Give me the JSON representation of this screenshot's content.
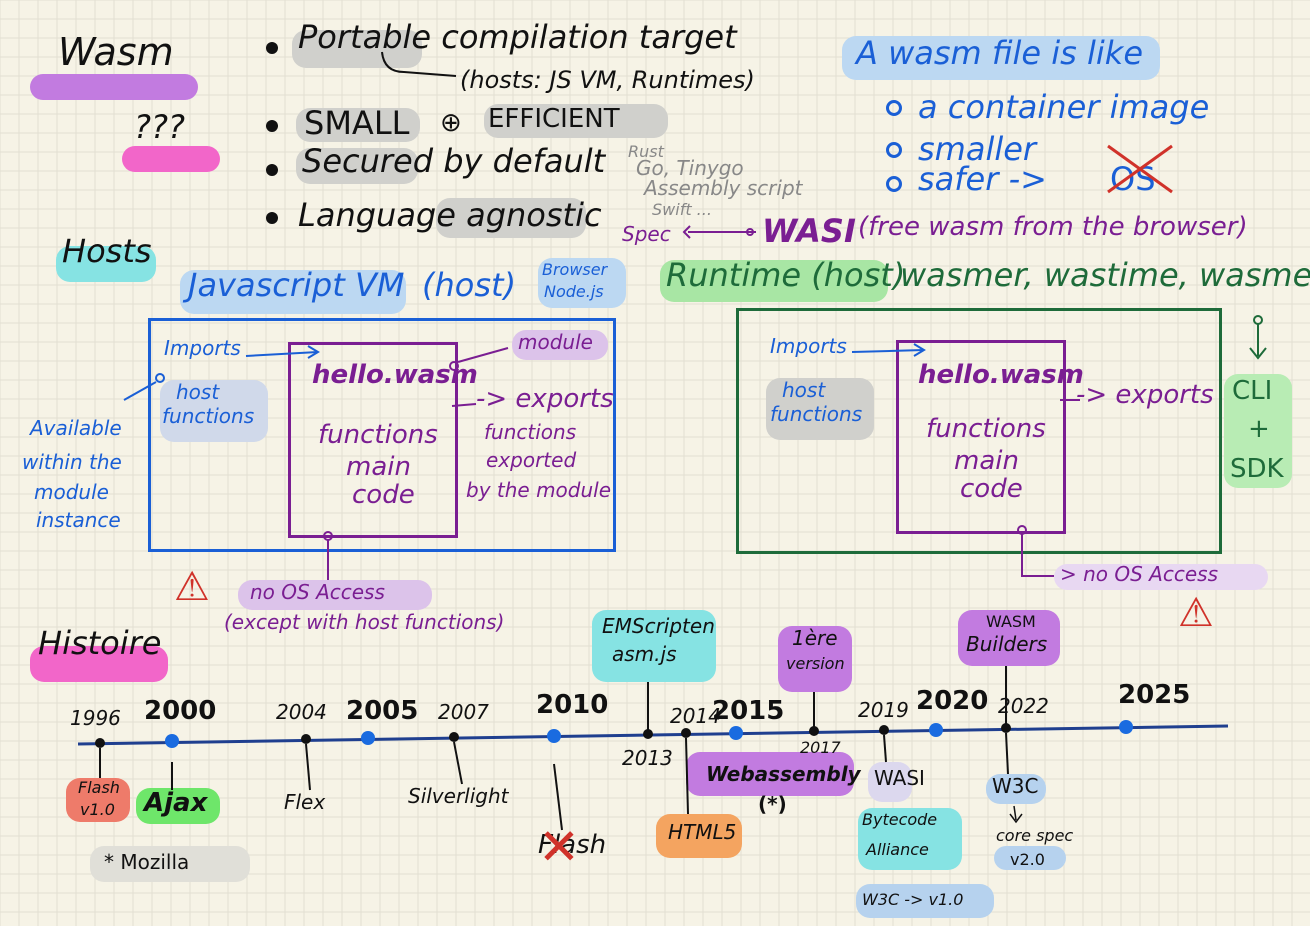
{
  "title": "Wasm",
  "question": "???",
  "bullets": [
    "Portable compilation target",
    "SMALL",
    "EFFICIENT",
    "Secured by default",
    "Language agnostic"
  ],
  "hosts_note": "(hosts: JS VM, Runtimes)",
  "languages": [
    "Rust",
    "Go, Tinygo",
    "Assembly script",
    "Swift ..."
  ],
  "spec": "Spec",
  "wasi": "WASI",
  "wasi_note": "(free wasm from the browser)",
  "like": {
    "title": "A wasm file is like",
    "items": [
      "a container image",
      "smaller",
      "safer ->"
    ],
    "os": "OS"
  },
  "hosts_heading": "Hosts",
  "js": {
    "title": "Javascript VM",
    "host": "(host)",
    "note1": "Browser",
    "note2": "Node.js",
    "imports": "Imports",
    "host_functions": [
      "host",
      "functions"
    ],
    "available": [
      "Available",
      "within the",
      "module",
      "instance"
    ],
    "module": "module",
    "file": "hello.wasm",
    "code": [
      "functions",
      "main",
      "code"
    ],
    "exports": "-> exports",
    "exports_note": [
      "functions",
      "exported",
      "by the module"
    ],
    "no_os": "no OS Access",
    "no_os_note": "(except with host functions)"
  },
  "runtime": {
    "title": "Runtime (host)",
    "list": "wasmer, wastime, wasmedge",
    "imports": "Imports",
    "host_functions": [
      "host",
      "functions"
    ],
    "file": "hello.wasm",
    "code": [
      "functions",
      "main",
      "code"
    ],
    "exports": "-> exports",
    "cli": "CLI",
    "plus": "+",
    "sdk": "SDK",
    "no_os": "> no OS Access"
  },
  "histoire": "Histoire",
  "colors": {
    "blue": "#1a5fd6",
    "purple": "#7a1e92",
    "green": "#1e6b3a",
    "red": "#d0322a",
    "timeline": "#1f3f8f"
  },
  "timeline": {
    "years_small": [
      "1996",
      "2004",
      "2007",
      "2013",
      "2014",
      "2017",
      "2019",
      "2022"
    ],
    "years_big": [
      "2000",
      "2005",
      "2010",
      "2015",
      "2020",
      "2025"
    ],
    "events": {
      "flash_v1": [
        "Flash",
        "v1.0"
      ],
      "ajax": "Ajax",
      "mozilla": "* Mozilla",
      "flex": "Flex",
      "silverlight": "Silverlight",
      "flash": "Flash",
      "emscripten": [
        "EMScripten",
        "asm.js"
      ],
      "html5": "HTML5",
      "webassembly": [
        "Webassembly",
        "(*)"
      ],
      "first_version": [
        "1ère",
        "version"
      ],
      "wasi": "WASI",
      "bytecode": [
        "Bytecode",
        "Alliance"
      ],
      "w3c_v1": "W3C -> v1.0",
      "wasm_builders": [
        "WASM",
        "Builders"
      ],
      "w3c": "W3C",
      "core_spec": [
        "core spec",
        "v2.0"
      ]
    }
  }
}
